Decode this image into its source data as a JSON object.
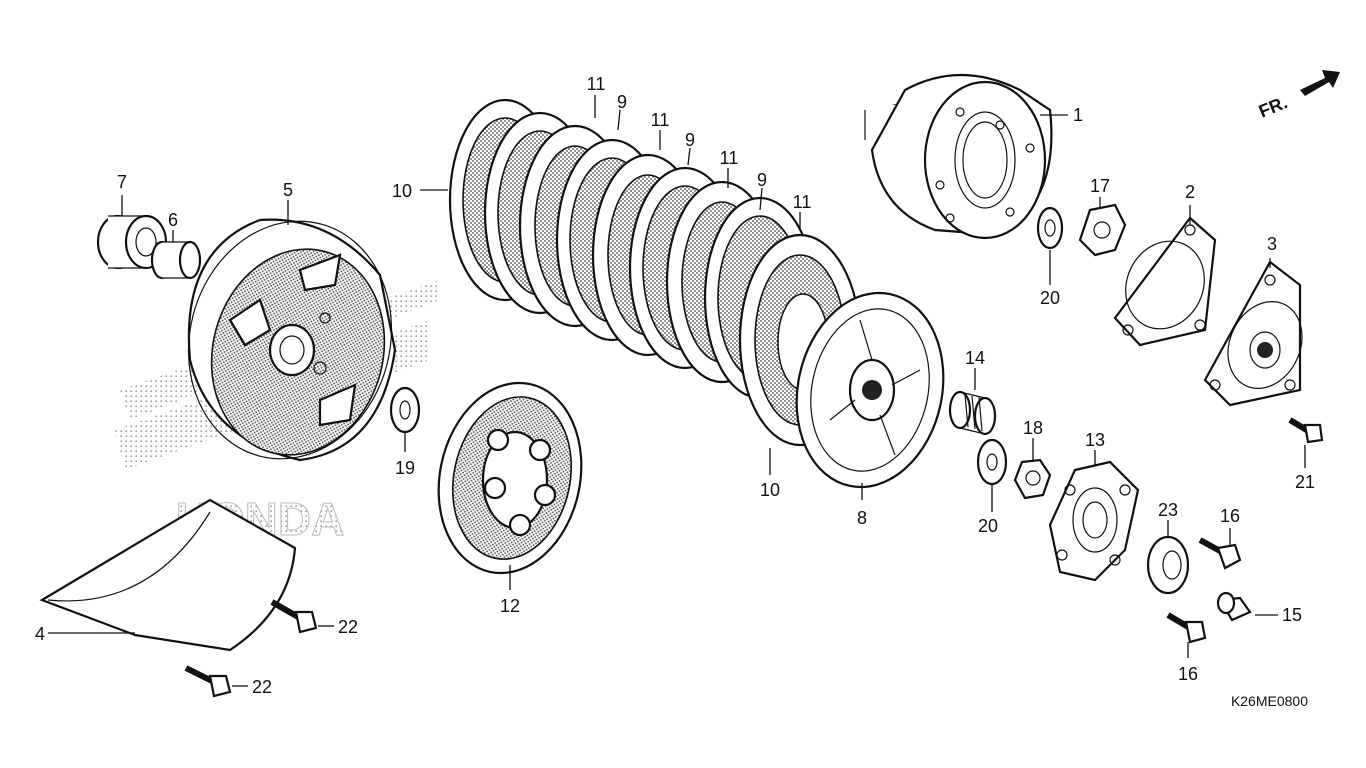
{
  "diagram": {
    "direction_label": "FR.",
    "code": "K26ME0800",
    "watermark": "HONDA",
    "callouts": [
      {
        "id": "c1",
        "label": "1"
      },
      {
        "id": "c2",
        "label": "2"
      },
      {
        "id": "c3",
        "label": "3"
      },
      {
        "id": "c4",
        "label": "4"
      },
      {
        "id": "c5",
        "label": "5"
      },
      {
        "id": "c6",
        "label": "6"
      },
      {
        "id": "c7",
        "label": "7"
      },
      {
        "id": "c8",
        "label": "8"
      },
      {
        "id": "c9a",
        "label": "9"
      },
      {
        "id": "c9b",
        "label": "9"
      },
      {
        "id": "c9c",
        "label": "9"
      },
      {
        "id": "c10a",
        "label": "10"
      },
      {
        "id": "c10b",
        "label": "10"
      },
      {
        "id": "c11a",
        "label": "11"
      },
      {
        "id": "c11b",
        "label": "11"
      },
      {
        "id": "c11c",
        "label": "11"
      },
      {
        "id": "c11d",
        "label": "11"
      },
      {
        "id": "c12",
        "label": "12"
      },
      {
        "id": "c13",
        "label": "13"
      },
      {
        "id": "c14",
        "label": "14"
      },
      {
        "id": "c15",
        "label": "15"
      },
      {
        "id": "c16a",
        "label": "16"
      },
      {
        "id": "c16b",
        "label": "16"
      },
      {
        "id": "c17",
        "label": "17"
      },
      {
        "id": "c18",
        "label": "18"
      },
      {
        "id": "c19",
        "label": "19"
      },
      {
        "id": "c20a",
        "label": "20"
      },
      {
        "id": "c20b",
        "label": "20"
      },
      {
        "id": "c21",
        "label": "21"
      },
      {
        "id": "c22a",
        "label": "22"
      },
      {
        "id": "c22b",
        "label": "22"
      },
      {
        "id": "c23",
        "label": "23"
      }
    ]
  }
}
